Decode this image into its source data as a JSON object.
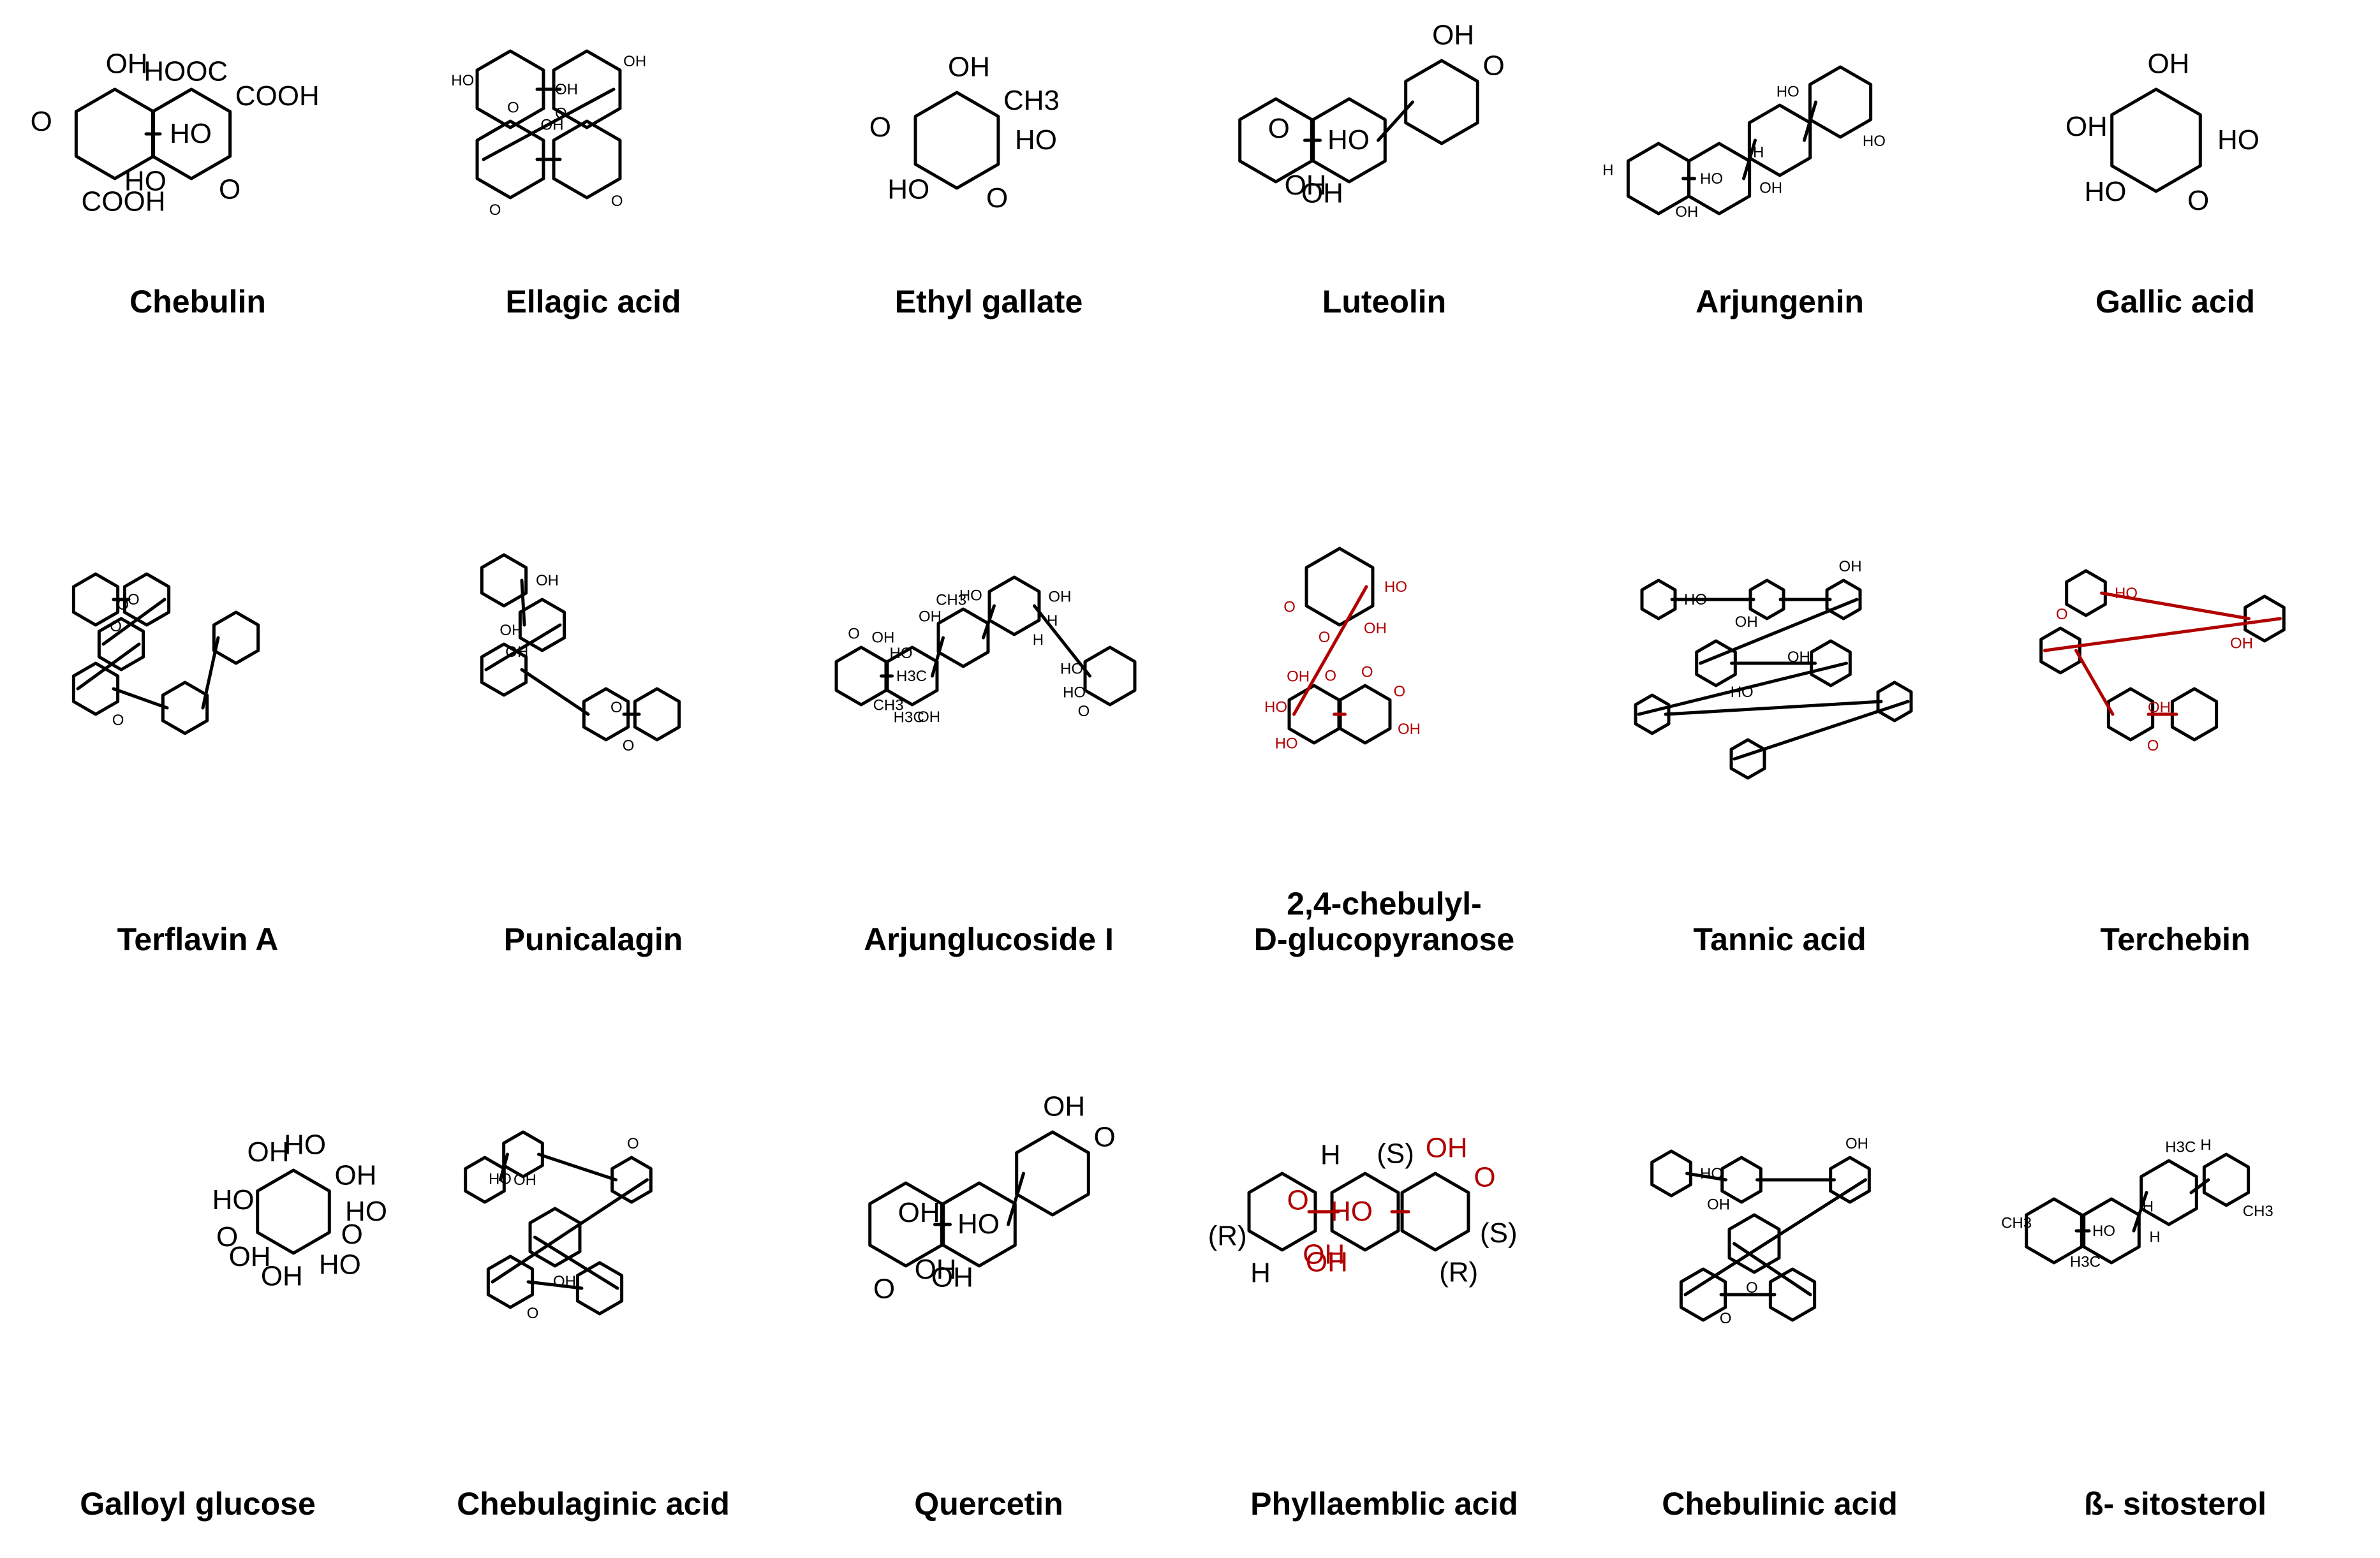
{
  "rows": [
    [
      {
        "name": "Chebulin",
        "labels": [
          "HO",
          "HO",
          "OH",
          "O",
          "O",
          "COOH",
          "COOH",
          "HOOC"
        ]
      },
      {
        "name": "Ellagic acid",
        "labels": [
          "OH",
          "OH",
          "O",
          "O",
          "HO",
          "OH",
          "O",
          "O"
        ]
      },
      {
        "name": "Ethyl gallate",
        "labels": [
          "HO",
          "HO",
          "OH",
          "O",
          "O",
          "CH3"
        ]
      },
      {
        "name": "Luteolin",
        "labels": [
          "HO",
          "OH",
          "OH",
          "OH",
          "O",
          "O"
        ]
      },
      {
        "name": "Arjungenin",
        "labels": [
          "HO",
          "OH",
          "HO",
          "HO",
          "H",
          "H",
          "OH"
        ]
      },
      {
        "name": "Gallic acid",
        "labels": [
          "HO",
          "HO",
          "OH",
          "O",
          "OH"
        ]
      }
    ],
    [
      {
        "name": "Terflavin A",
        "labels": [
          "O",
          "O",
          "O",
          "O"
        ]
      },
      {
        "name": "Punicalagin",
        "labels": [
          "OH",
          "OH",
          "OH",
          "O",
          "O"
        ]
      },
      {
        "name": "Arjunglucoside I",
        "labels": [
          "H3C",
          "CH3",
          "HO",
          "H",
          "HO",
          "HO",
          "H3C",
          "CH3",
          "H",
          "HO",
          "OH",
          "OH",
          "OH",
          "OH",
          "O",
          "O"
        ]
      },
      {
        "name": "2,4-chebulyl-\nD-glucopyranose",
        "labels": [
          "HO",
          "HO",
          "O",
          "OH",
          "HO",
          "O",
          "O",
          "OH",
          "OH",
          "O",
          "O"
        ]
      },
      {
        "name": "Tannic acid",
        "labels": [
          "HO",
          "OH",
          "OH",
          "HO",
          "OH"
        ]
      },
      {
        "name": "Terchebin",
        "labels": [
          "HO",
          "OH",
          "O",
          "O",
          "OH"
        ]
      }
    ],
    [
      {
        "name": "Galloyl glucose",
        "labels": [
          "HO",
          "OH",
          "HO",
          "HO",
          "HO",
          "OH",
          "OH",
          "OH",
          "O",
          "O"
        ]
      },
      {
        "name": "Chebulaginic acid",
        "labels": [
          "OH",
          "HO",
          "O",
          "O",
          "OH"
        ]
      },
      {
        "name": "Quercetin",
        "labels": [
          "HO",
          "OH",
          "OH",
          "OH",
          "OH",
          "O",
          "O"
        ]
      },
      {
        "name": "Phyllaemblic acid",
        "labels": [
          "HO",
          "OH",
          "OH",
          "OH",
          "O",
          "O",
          "H",
          "H",
          "(S)",
          "(R)",
          "(S)",
          "(R)"
        ]
      },
      {
        "name": "Chebulinic acid",
        "labels": [
          "HO",
          "OH",
          "OH",
          "O",
          "O"
        ]
      },
      {
        "name": "ß- sitosterol",
        "labels": [
          "HO",
          "H3C",
          "H3C",
          "CH3",
          "CH3",
          "H",
          "H",
          "H"
        ]
      }
    ]
  ]
}
